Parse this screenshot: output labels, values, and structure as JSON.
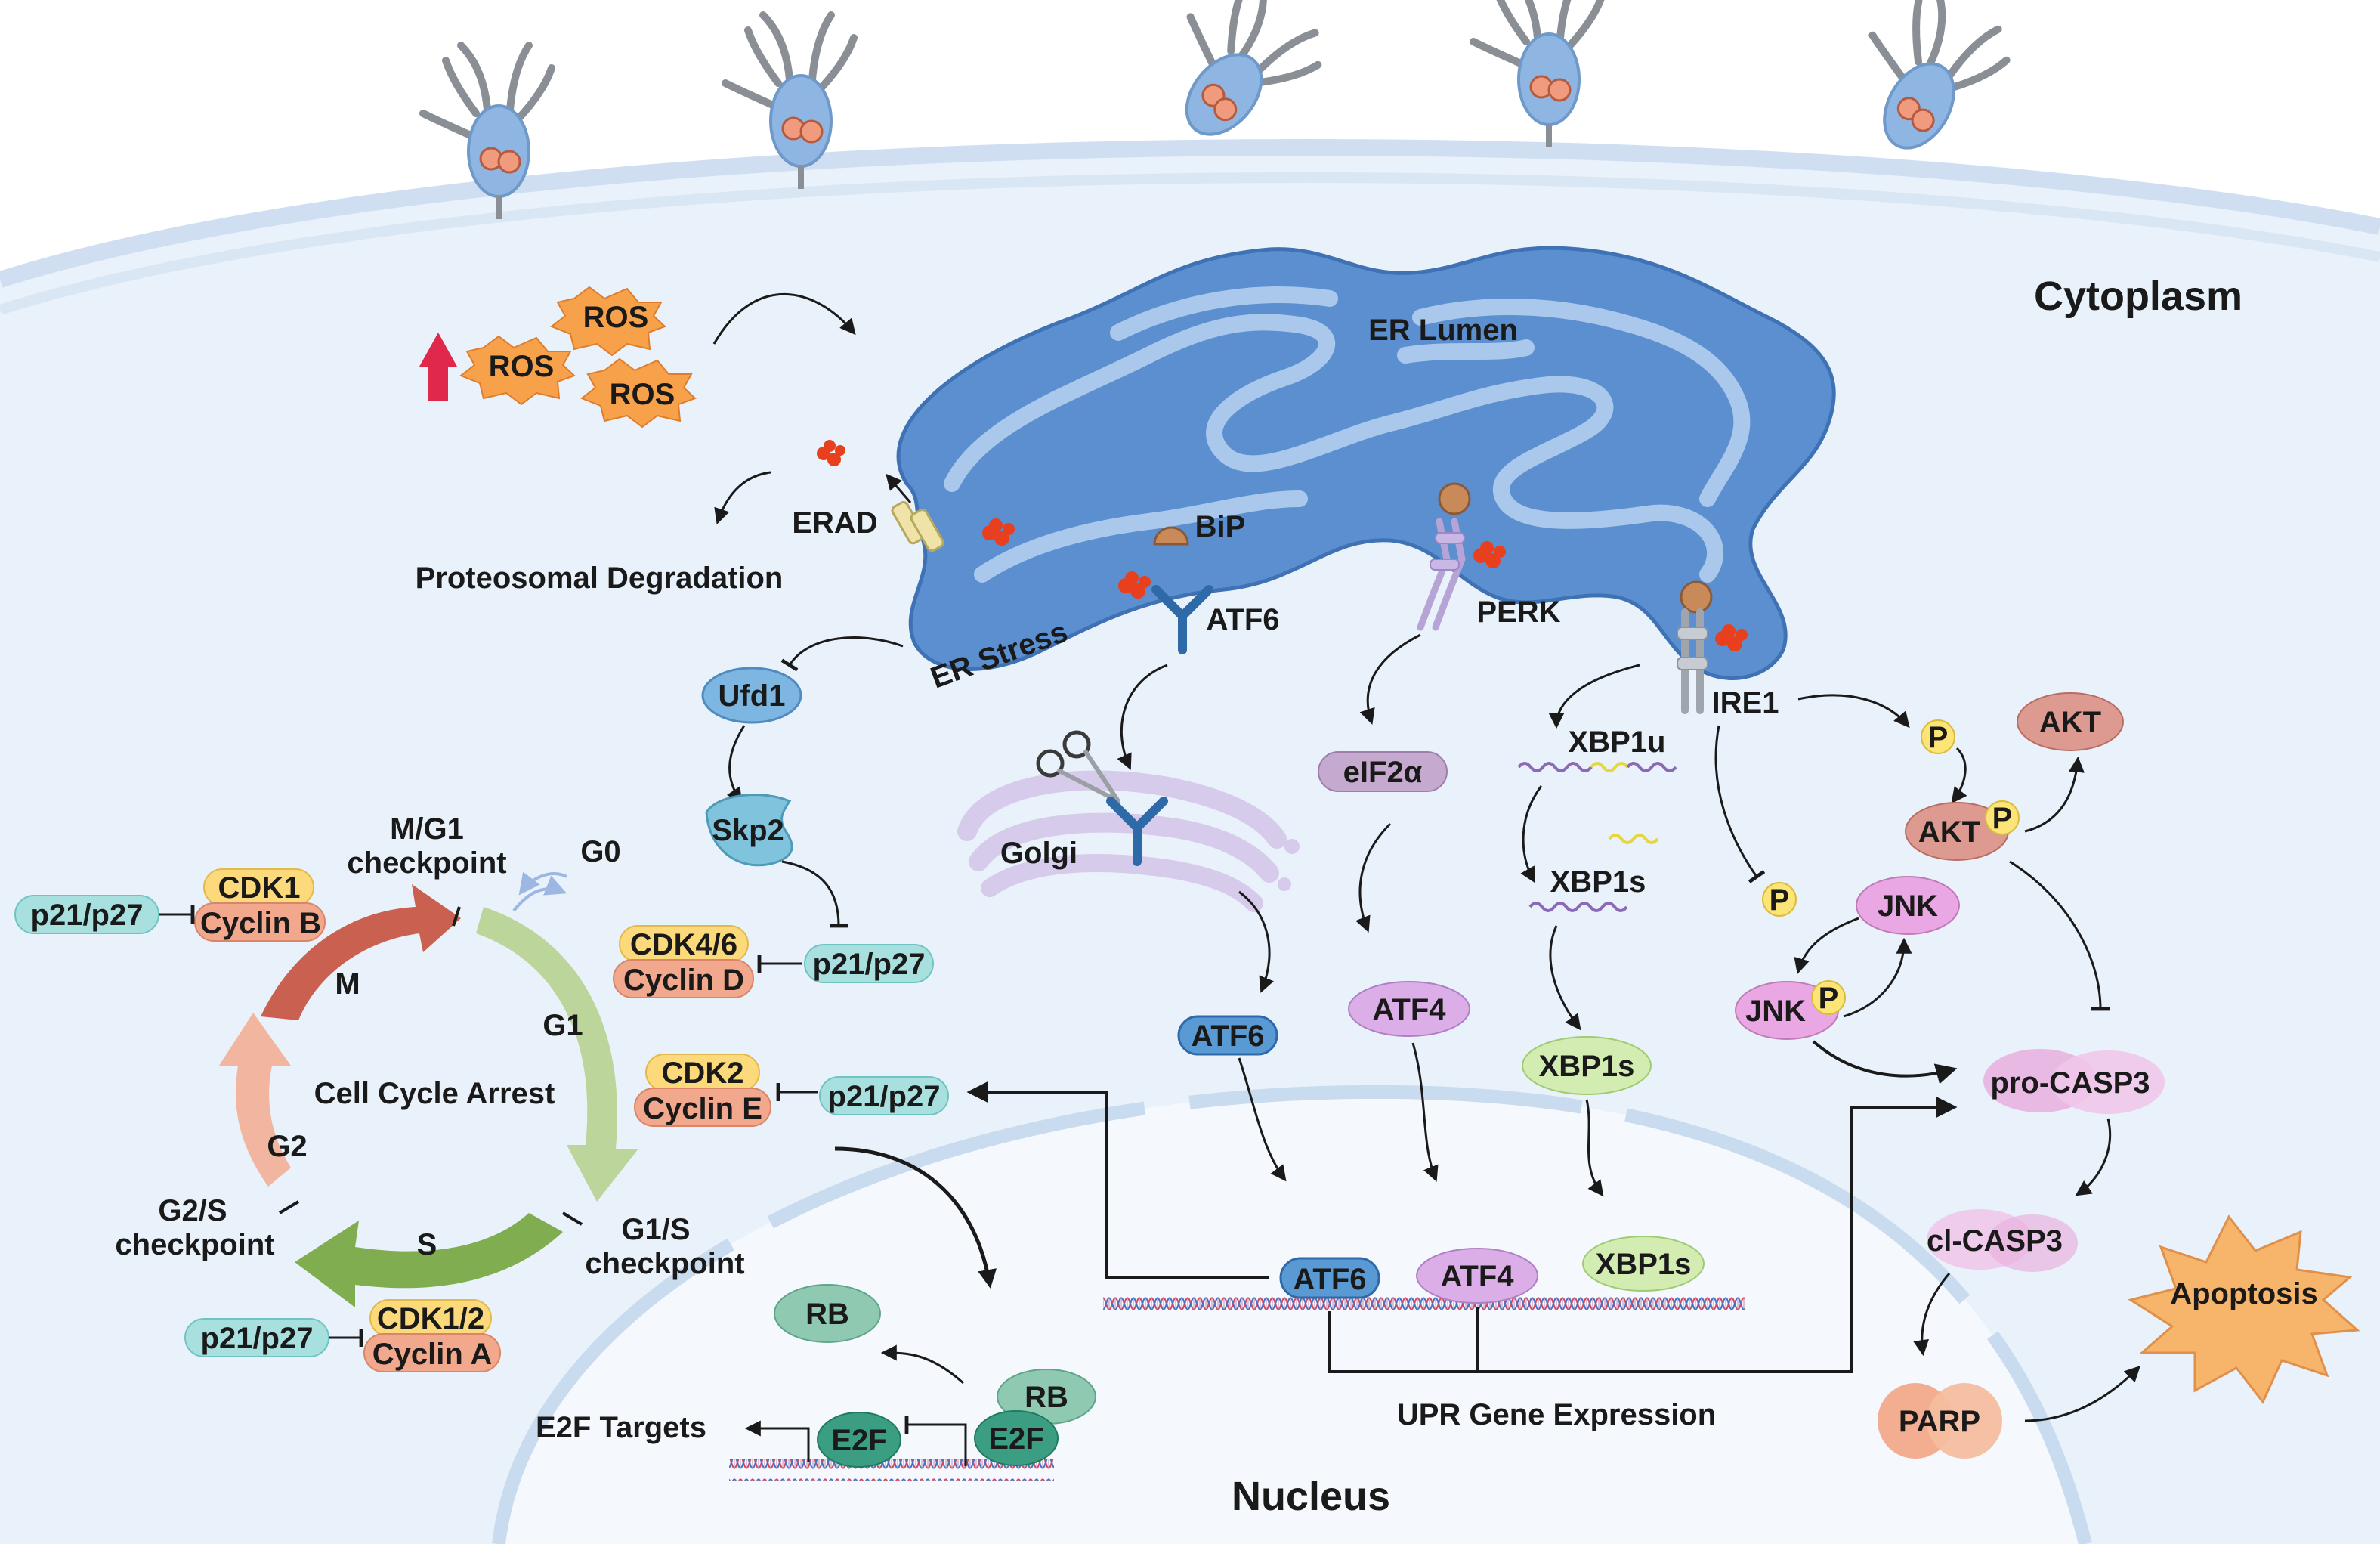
{
  "regions": {
    "cytoplasm": "Cytoplasm",
    "nucleus": "Nucleus",
    "er_lumen": "ER Lumen",
    "er_stress": "ER Stress",
    "golgi": "Golgi"
  },
  "ros": [
    "ROS",
    "ROS",
    "ROS"
  ],
  "er_side": {
    "erad": "ERAD",
    "proteasome": "Proteosomal Degradation",
    "bip": "BiP",
    "atf6_sensor": "ATF6",
    "perk": "PERK",
    "ire1": "IRE1"
  },
  "ufd_pathway": {
    "ufd1": "Ufd1",
    "skp2": "Skp2"
  },
  "cell_cycle": {
    "center": "Cell Cycle Arrest",
    "phase_m": "M",
    "phase_g1": "G1",
    "phase_s": "S",
    "phase_g2": "G2",
    "g0": "G0",
    "mg1_checkpoint_1": "M/G1",
    "mg1_checkpoint_2": "checkpoint",
    "g1s_checkpoint_1": "G1/S",
    "g1s_checkpoint_2": "checkpoint",
    "g2s_checkpoint_1": "G2/S",
    "g2s_checkpoint_2": "checkpoint"
  },
  "complexes": {
    "cdk1": "CDK1",
    "cyclin_b": "Cyclin B",
    "cdk46": "CDK4/6",
    "cyclin_d": "Cyclin D",
    "cdk2": "CDK2",
    "cyclin_e": "Cyclin E",
    "cdk12": "CDK1/2",
    "cyclin_a": "Cyclin A"
  },
  "inhibitors": {
    "p21_b": "p21/p27",
    "p21_d": "p21/p27",
    "p21_e": "p21/p27",
    "p21_a": "p21/p27"
  },
  "upr_branch": {
    "eif2a": "eIF2α",
    "atf4": "ATF4",
    "xbp1u": "XBP1u",
    "xbp1s_1": "XBP1s",
    "xbp1s_2": "XBP1s",
    "atf6_cyto": "ATF6"
  },
  "nuclear": {
    "atf6": "ATF6",
    "atf4": "ATF4",
    "xbp1s": "XBP1s",
    "upr_expression": "UPR Gene Expression",
    "rb_free": "RB",
    "rb_bound": "RB",
    "e2f_1": "E2F",
    "e2f_2": "E2F",
    "e2f_targets": "E2F Targets"
  },
  "apoptosis_branch": {
    "p_1": "P",
    "p_2": "P",
    "p_3": "P",
    "p_4": "P",
    "akt": "AKT",
    "akt_p": "AKT",
    "jnk": "JNK",
    "jnk_p": "JNK",
    "pro_casp3": "pro-CASP3",
    "cl_casp3": "cl-CASP3",
    "parp": "PARP",
    "apoptosis": "Apoptosis"
  },
  "colors": {
    "cytoplasm_bg": "#e9f1fa",
    "nucleus_bg": "#f5f8fc",
    "er_blue": "#5b8fcf",
    "er_lumen": "#8fb6e3",
    "ros_orange": "#f7a24b",
    "up_arrow": "#e0294a",
    "cdk_yellow": "#fcd97a",
    "cyclin_salmon": "#f2a88c",
    "p21_teal": "#a8e0df",
    "phase_m": "#c96050",
    "phase_g1": "#bcd59a",
    "phase_s": "#7fad4f",
    "phase_g2": "#f2b6a0",
    "atf6_blue": "#5a9ad4",
    "atf4_purple": "#dbaee8",
    "xbp1s_green": "#d3ecb2",
    "eif2a_purple": "#c5a9cf",
    "ufd1_blue": "#7db6e0",
    "skp2_blue": "#7fc3dc",
    "rb_green": "#8fc9b2",
    "e2f_green": "#3b9e82",
    "akt_salmon": "#dd9a91",
    "jnk_pink": "#e9a7e3",
    "casp_pink": "#e8b2e0",
    "parp_orange": "#f2a98a",
    "phospho_yellow": "#fce476",
    "apoptosis_orange": "#f7b56b"
  }
}
